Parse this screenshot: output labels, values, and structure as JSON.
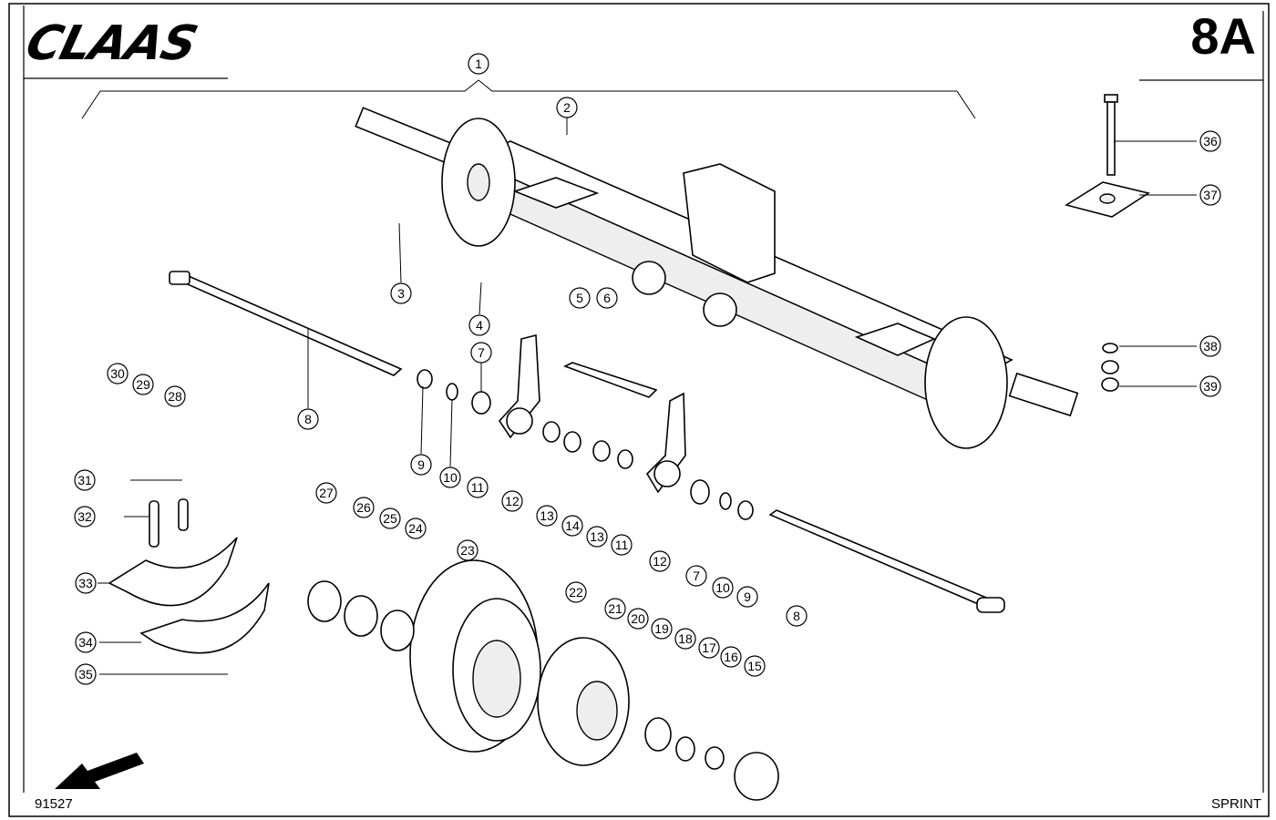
{
  "header": {
    "brand": "CLAAS",
    "sheet": "8A"
  },
  "footer": {
    "doc_number": "91527",
    "model": "SPRINT"
  },
  "callouts": [
    "1",
    "2",
    "3",
    "4",
    "5",
    "6",
    "7",
    "8",
    "9",
    "10",
    "11",
    "12",
    "13",
    "14",
    "7",
    "8",
    "9",
    "10",
    "11",
    "12",
    "13",
    "15",
    "16",
    "17",
    "18",
    "19",
    "20",
    "21",
    "22",
    "23",
    "24",
    "25",
    "26",
    "27",
    "28",
    "29",
    "30",
    "31",
    "32",
    "33",
    "34",
    "35",
    "36",
    "37",
    "38",
    "39"
  ]
}
